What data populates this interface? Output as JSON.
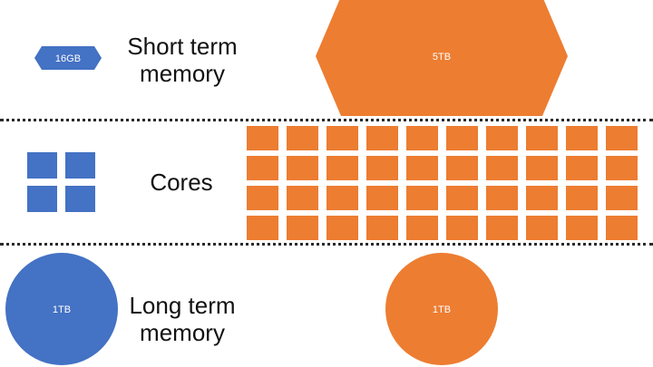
{
  "colors": {
    "blue": "#4472C4",
    "orange": "#ED7D31",
    "divider": "#2b2b2b"
  },
  "rows": {
    "short_term": {
      "label_line1": "Short term",
      "label_line2": "memory",
      "left_value": "16GB",
      "right_value": "5TB"
    },
    "cores": {
      "label": "Cores",
      "left_grid": {
        "cols": 2,
        "rows": 2
      },
      "right_grid": {
        "cols": 10,
        "rows": 4
      }
    },
    "long_term": {
      "label_line1": "Long term",
      "label_line2": "memory",
      "left_value": "1TB",
      "right_value": "1TB"
    }
  }
}
